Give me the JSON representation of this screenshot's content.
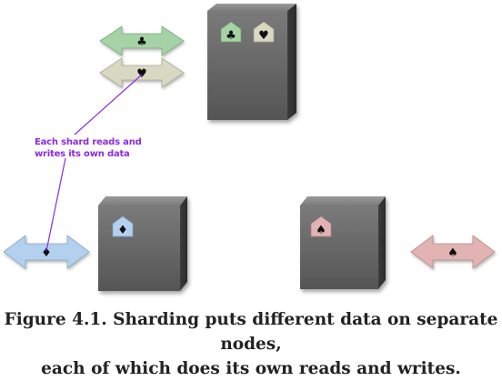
{
  "annotation": {
    "line1": "Each shard reads and",
    "line2": "writes its own data"
  },
  "caption": {
    "line1": "Figure 4.1. Sharding puts different data on separate nodes,",
    "line2": "each of which does its own reads and writes."
  },
  "symbols": {
    "club": "♣",
    "heart": "♥",
    "diamond": "♦",
    "spade": "♠"
  },
  "colors": {
    "club_green": "#a6d3a6",
    "heart_beige": "#d7d9c3",
    "diamond_blue": "#b3d1ef",
    "spade_pink": "#e2b3b3",
    "annotation_purple": "#8a2be2",
    "node_gray": "#6a6a6a"
  }
}
